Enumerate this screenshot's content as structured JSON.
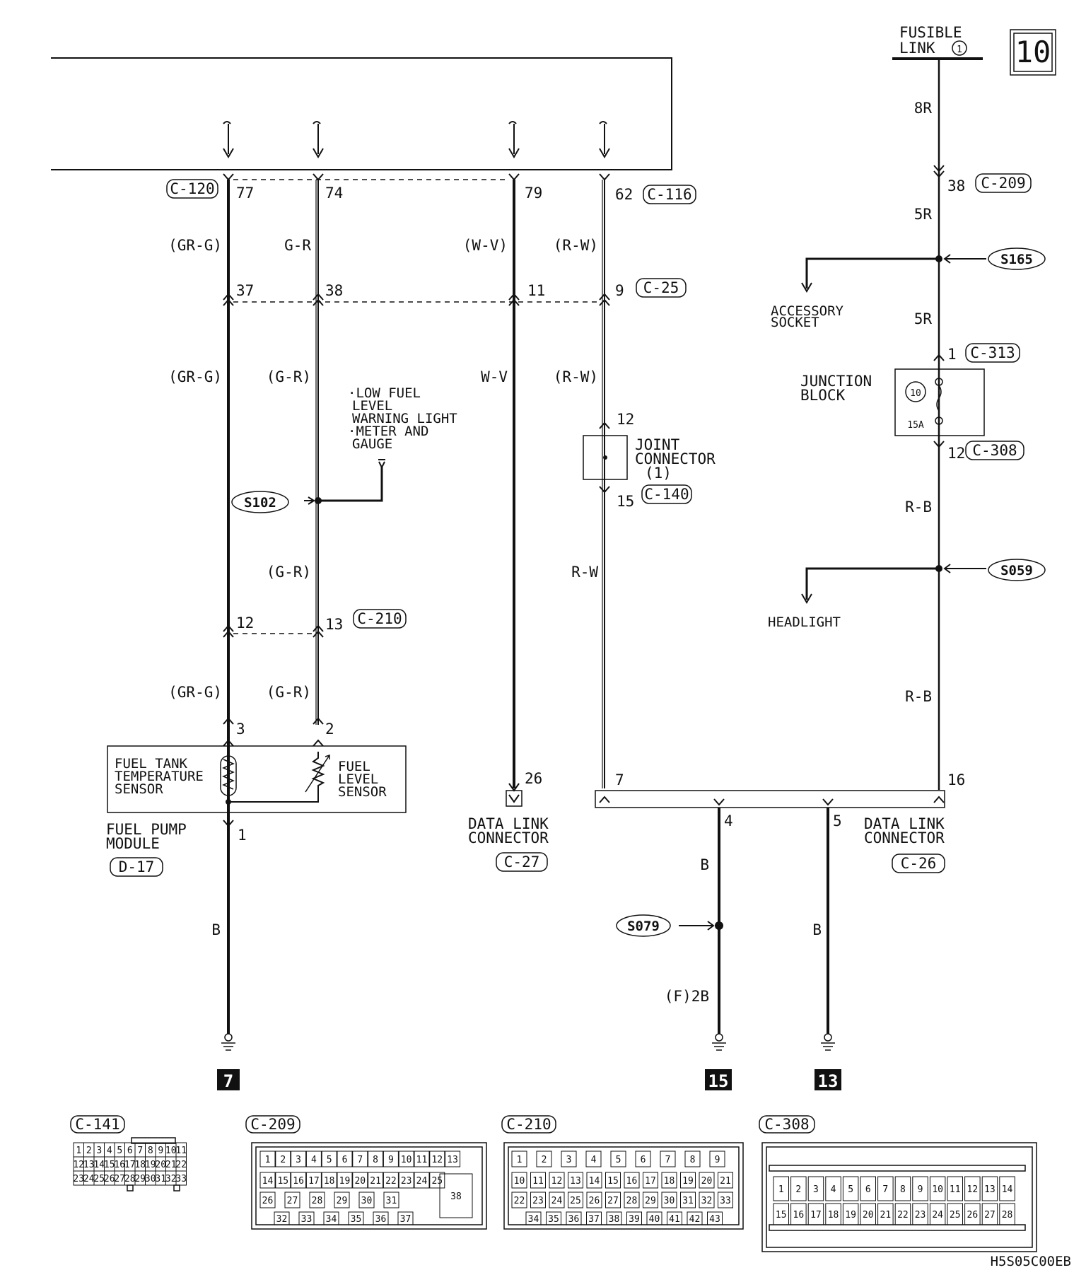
{
  "page_number": "10",
  "diagram_code": "H5S05C00EB",
  "ground_refs": [
    "7",
    "15",
    "13"
  ],
  "fusible_link": {
    "line1": "FUSIBLE",
    "line2": "LINK",
    "number": "1"
  },
  "splices": [
    "S165",
    "S102",
    "S059",
    "S079"
  ],
  "connectors": {
    "c120": "C-120",
    "c116": "C-116",
    "c25": "C-25",
    "c209": "C-209",
    "c313": "C-313",
    "c308": "C-308",
    "c140": "C-140",
    "c210": "C-210",
    "d17": "D-17",
    "c27": "C-27",
    "c26": "C-26",
    "c141": "C-141"
  },
  "pins": {
    "p77": "77",
    "p74": "74",
    "p79": "79",
    "p62": "62",
    "p37": "37",
    "p38": "38",
    "p11": "11",
    "p9": "9",
    "p12_jc": "12",
    "p15_jc": "15",
    "p12_c210": "12",
    "p13_c210": "13",
    "p3": "3",
    "p2": "2",
    "p1": "1",
    "p26": "26",
    "p7": "7",
    "p16": "16",
    "p4": "4",
    "p5": "5",
    "p38_c209": "38",
    "p1_c313": "1",
    "p12_c308": "12"
  },
  "wire_colors": {
    "gr_g_paren": "(GR-G)",
    "g_r": "G-R",
    "g_r_paren": "(G-R)",
    "w_v_paren": "(W-V)",
    "w_v": "W-V",
    "r_w_paren": "(R-W)",
    "r_w": "R-W",
    "r8": "8R",
    "r5": "5R",
    "r_b": "R-B",
    "b": "B",
    "f2b": "(F)2B"
  },
  "components": {
    "accessory_socket": [
      "ACCESSORY",
      "SOCKET"
    ],
    "junction_block": [
      "JUNCTION",
      "BLOCK"
    ],
    "fuse_number": "10",
    "fuse_rating": "15A",
    "joint_connector": [
      "JOINT",
      "CONNECTOR",
      "(1)"
    ],
    "low_fuel_notes": [
      "·LOW FUEL",
      "LEVEL",
      "WARNING LIGHT",
      "·METER AND",
      "GAUGE"
    ],
    "fuel_tank_sensor": [
      "FUEL TANK",
      "TEMPERATURE",
      "SENSOR"
    ],
    "fuel_level_sensor": [
      "FUEL",
      "LEVEL",
      "SENSOR"
    ],
    "fuel_pump_module": [
      "FUEL PUMP",
      "MODULE"
    ],
    "data_link_27": [
      "DATA LINK",
      "CONNECTOR"
    ],
    "data_link_26": [
      "DATA LINK",
      "CONNECTOR"
    ],
    "headlight": "HEADLIGHT"
  },
  "connector_faces": {
    "c141": {
      "title": "C-141",
      "rows": [
        [
          "1",
          "2",
          "3",
          "4",
          "5",
          "6",
          "7",
          "8",
          "9",
          "10",
          "11"
        ],
        [
          "12",
          "13",
          "14",
          "15",
          "16",
          "17",
          "18",
          "19",
          "20",
          "21",
          "22"
        ],
        [
          "23",
          "24",
          "25",
          "26",
          "27",
          "28",
          "29",
          "30",
          "31",
          "32",
          "33"
        ]
      ]
    },
    "c209": {
      "title": "C-209",
      "row1": [
        "1",
        "2",
        "3",
        "4",
        "5",
        "6",
        "7",
        "8",
        "9",
        "10",
        "11",
        "12",
        "13"
      ],
      "row2": [
        "14",
        "15",
        "16",
        "17",
        "18",
        "19",
        "20",
        "21",
        "22",
        "23",
        "24",
        "25"
      ],
      "row3": [
        "26",
        "27",
        "28",
        "29",
        "30",
        "31"
      ],
      "row4": [
        "32",
        "33",
        "34",
        "35",
        "36",
        "37"
      ],
      "big": "38"
    },
    "c210": {
      "title": "C-210",
      "row1": [
        "1",
        "2",
        "3",
        "4",
        "5",
        "6",
        "7",
        "8",
        "9"
      ],
      "row2": [
        "10",
        "11",
        "12",
        "13",
        "14",
        "15",
        "16",
        "17",
        "18",
        "19",
        "20",
        "21"
      ],
      "row3": [
        "22",
        "23",
        "24",
        "25",
        "26",
        "27",
        "28",
        "29",
        "30",
        "31",
        "32",
        "33"
      ],
      "row4": [
        "34",
        "35",
        "36",
        "37",
        "38",
        "39",
        "40",
        "41",
        "42",
        "43"
      ]
    },
    "c308": {
      "title": "C-308",
      "row1": [
        "1",
        "2",
        "3",
        "4",
        "5",
        "6",
        "7",
        "8",
        "9",
        "10",
        "11",
        "12",
        "13",
        "14"
      ],
      "row2": [
        "15",
        "16",
        "17",
        "18",
        "19",
        "20",
        "21",
        "22",
        "23",
        "24",
        "25",
        "26",
        "27",
        "28"
      ]
    }
  }
}
